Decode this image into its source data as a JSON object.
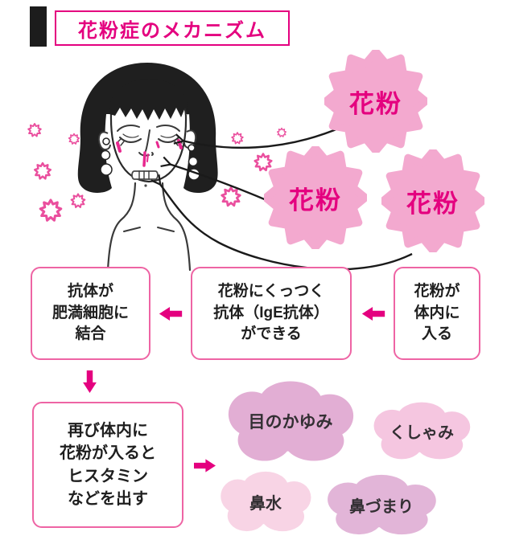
{
  "colors": {
    "accent": "#e4007f",
    "box_border": "#ee64a4",
    "burst_fill": "#f3a9cf",
    "black_bar": "#1c1c1c"
  },
  "header": {
    "title": "花粉症のメカニズム"
  },
  "pollen_bursts": [
    {
      "label": "花粉"
    },
    {
      "label": "花粉"
    },
    {
      "label": "花粉"
    }
  ],
  "flow_steps": {
    "enter": "花粉が\n体内に\n入る",
    "ige": "花粉にくっつく\n抗体（IgE抗体）\nができる",
    "bind": "抗体が\n肥満細胞に\n結合",
    "histamine": "再び体内に\n花粉が入ると\nヒスタミン\nなどを出す"
  },
  "symptoms": [
    {
      "label": "目のかゆみ",
      "color": "#e2aed4"
    },
    {
      "label": "くしゃみ",
      "color": "#f5c6e0"
    },
    {
      "label": "鼻水",
      "color": "#f8d4e5"
    },
    {
      "label": "鼻づまり",
      "color": "#e2b5d8"
    }
  ]
}
